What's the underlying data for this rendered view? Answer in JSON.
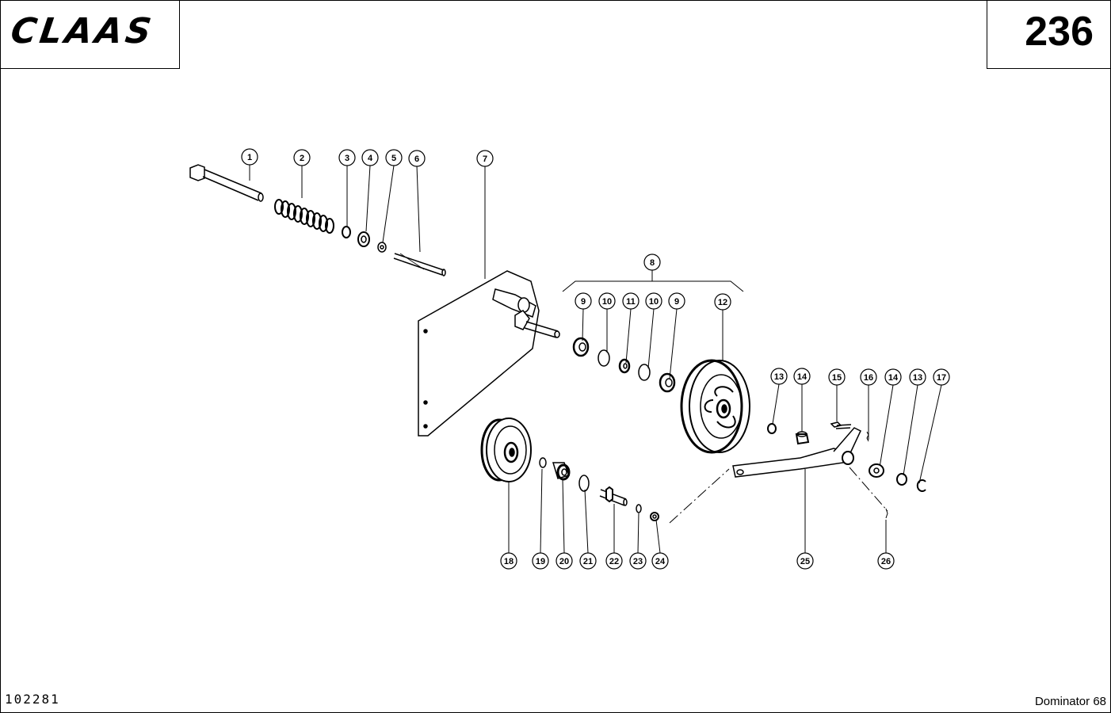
{
  "header": {
    "brand": "CLAAS",
    "page_number": "236"
  },
  "footer": {
    "document_number": "102281",
    "model": "Dominator 68"
  },
  "callouts": {
    "c1": "1",
    "c2": "2",
    "c3": "3",
    "c4": "4",
    "c5": "5",
    "c6": "6",
    "c7": "7",
    "c8": "8",
    "c9a": "9",
    "c10a": "10",
    "c11": "11",
    "c10b": "10",
    "c9b": "9",
    "c12": "12",
    "c13a": "13",
    "c14a": "14",
    "c15": "15",
    "c16": "16",
    "c14b": "14",
    "c13b": "13",
    "c17": "17",
    "c18": "18",
    "c19": "19",
    "c20": "20",
    "c21": "21",
    "c22": "22",
    "c23": "23",
    "c24": "24",
    "c25": "25",
    "c26": "26"
  }
}
